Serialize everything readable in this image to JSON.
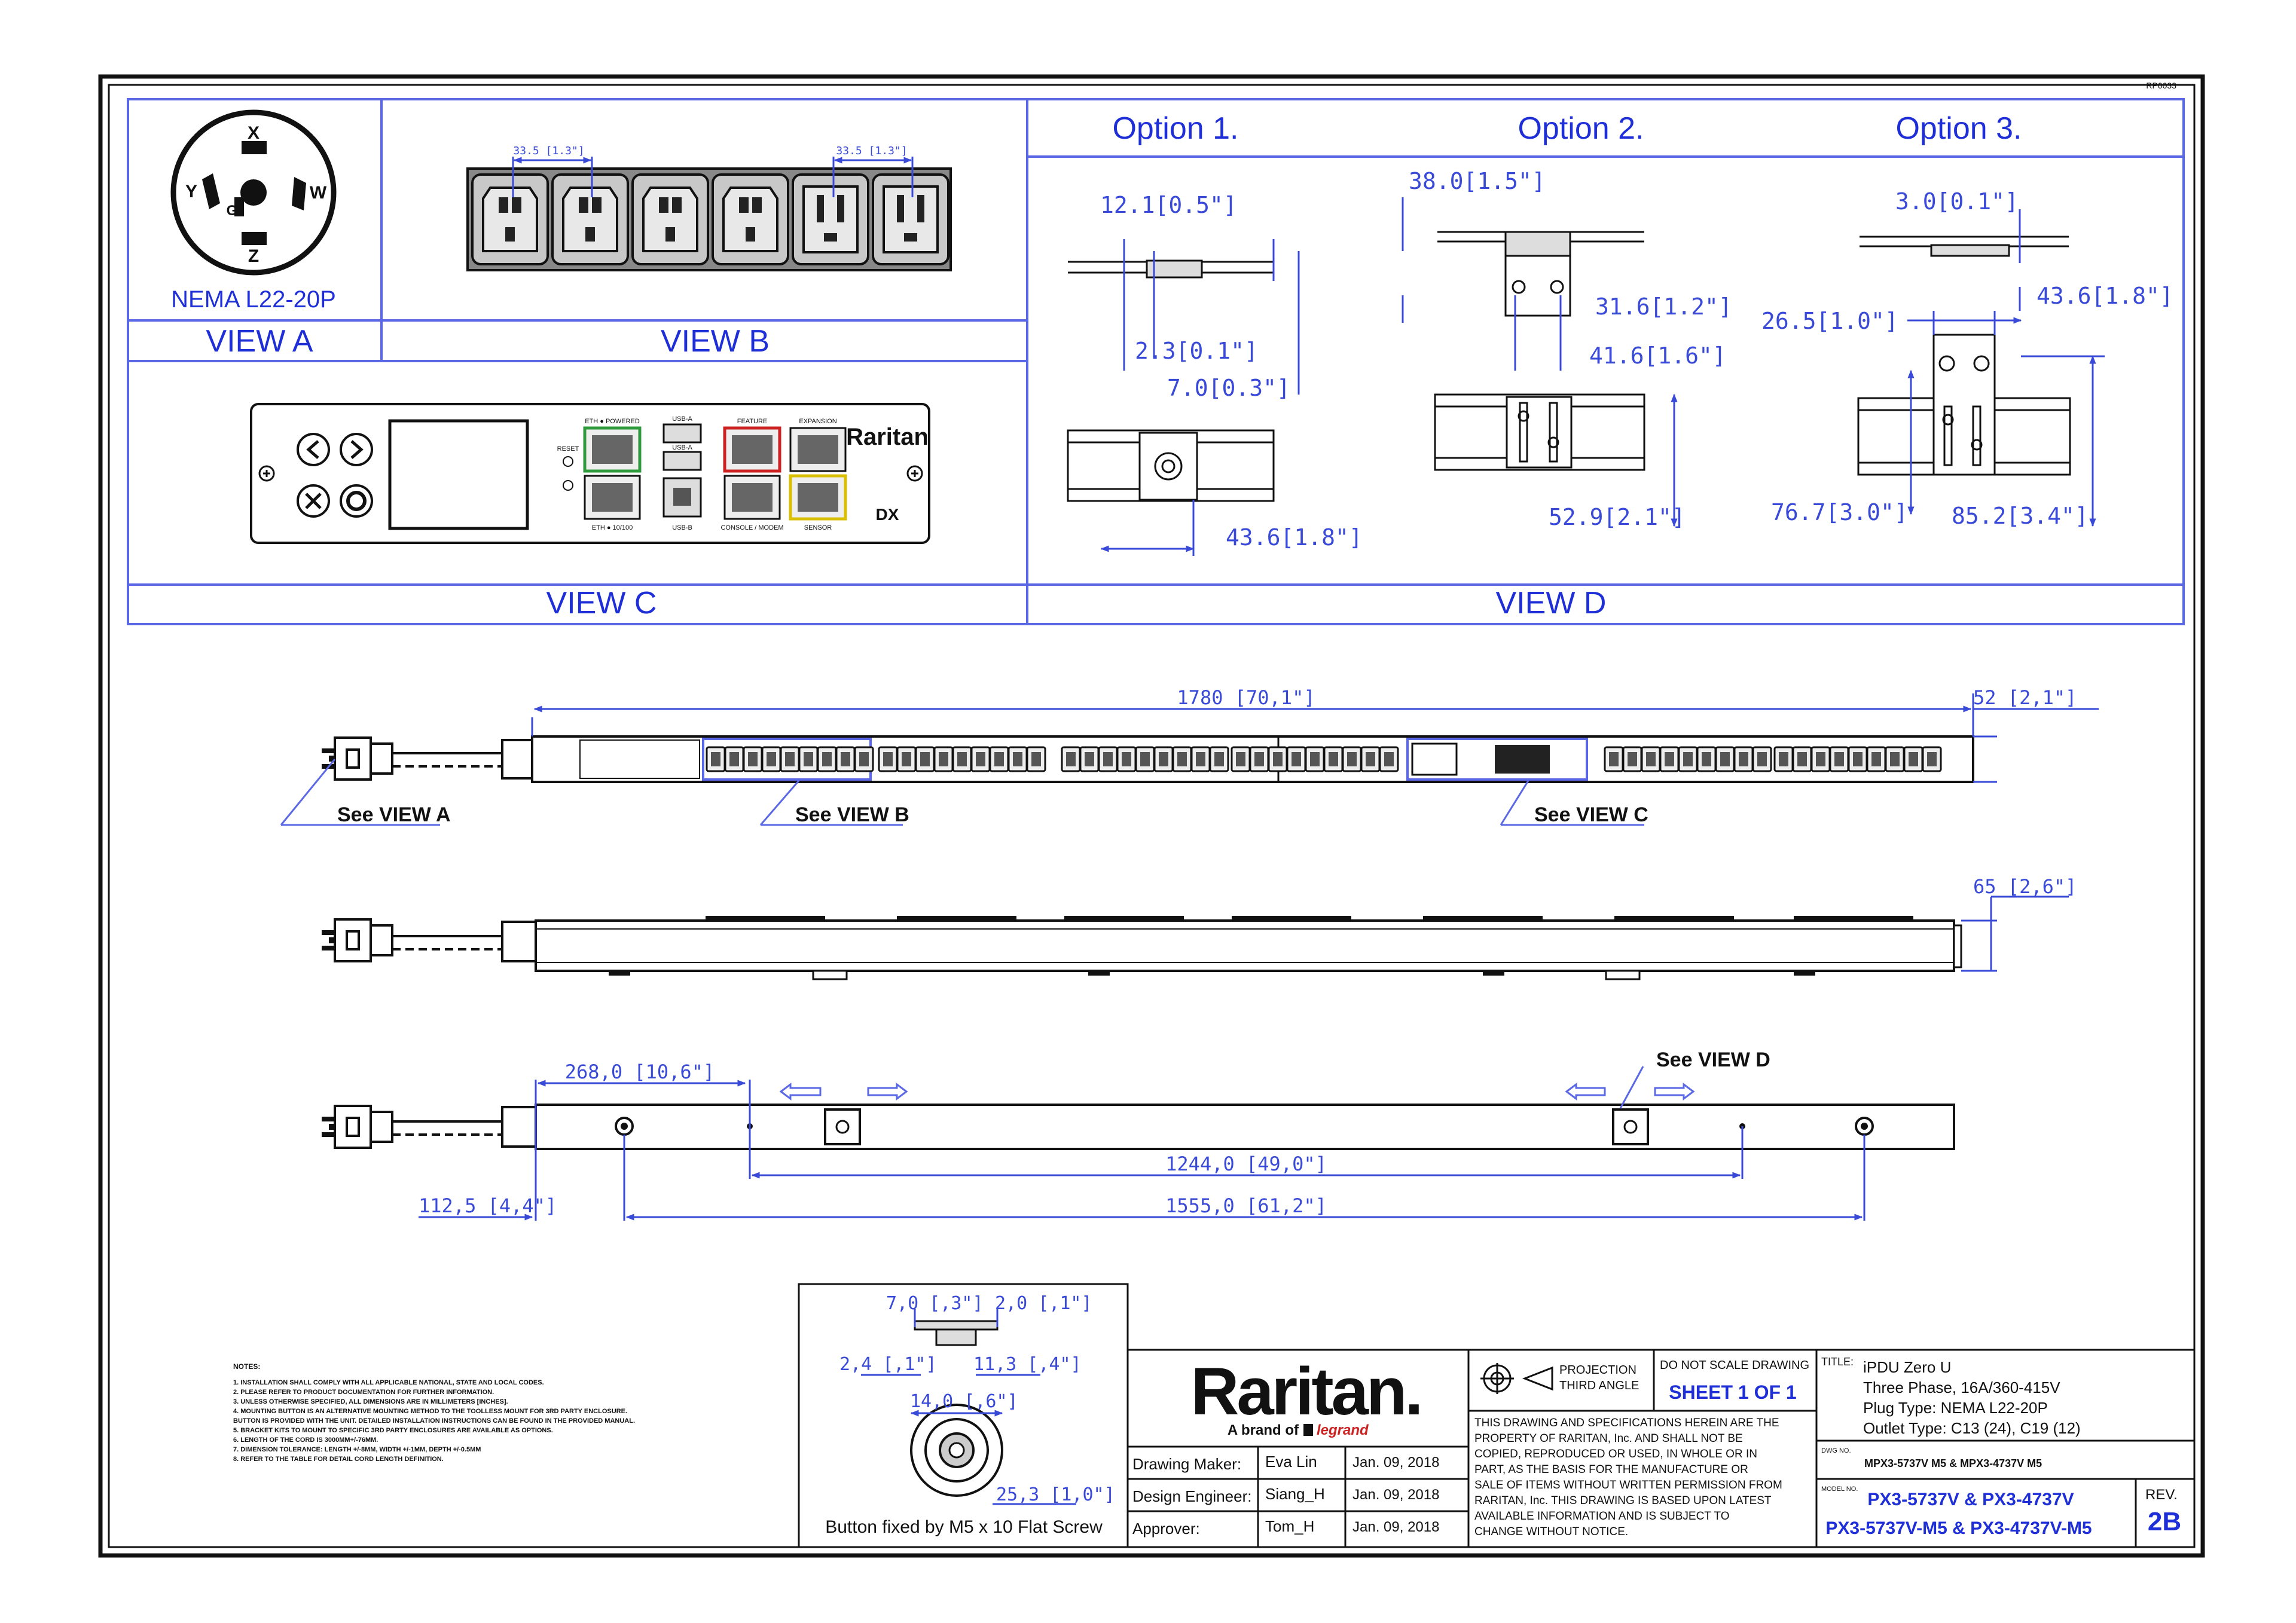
{
  "sheet_code": "RP0033",
  "top_panel": {
    "view_a": {
      "label": "VIEW A",
      "plug_name": "NEMA L22-20P",
      "pins": {
        "x": "X",
        "y": "Y",
        "z": "Z",
        "w": "W",
        "g": "G"
      }
    },
    "view_b": {
      "label": "VIEW B",
      "dim_left": "33.5 [1.3\"]",
      "dim_right": "33.5 [1.3\"]"
    },
    "view_c": {
      "label": "VIEW C",
      "port_labels": {
        "eth_top": "ETH ● POWERED",
        "usb_a": "USB-A",
        "usb_a2": "USB-A",
        "feature": "FEATURE",
        "expansion": "EXPANSION",
        "reset": "RESET",
        "eth_bottom": "ETH ● 10/100",
        "usb_b": "USB-B",
        "console": "CONSOLE / MODEM",
        "sensor": "SENSOR"
      },
      "brand": "Raritan",
      "model_tag": "DX",
      "screen_color": "#ffffff"
    },
    "view_d": {
      "label": "VIEW D",
      "options": [
        {
          "title": "Option 1.",
          "dims": [
            "12.1[0.5\"]",
            "2.3[0.1\"]",
            "7.0[0.3\"]",
            "43.6[1.8\"]"
          ]
        },
        {
          "title": "Option  2.",
          "dims": [
            "38.0[1.5\"]",
            "31.6[1.2\"]",
            "41.6[1.6\"]",
            "52.9[2.1\"]"
          ]
        },
        {
          "title": "Option 3.",
          "dims": [
            "3.0[0.1\"]",
            "43.6[1.8\"]",
            "26.5[1.0\"]",
            "76.7[3.0\"]",
            "85.2[3.4\"]"
          ]
        }
      ]
    }
  },
  "pdu_views": {
    "front": {
      "length_dim": "1780 [70,1\"]",
      "width_dim": "52 [2,1\"]",
      "callouts": {
        "a": "See VIEW A",
        "b": "See VIEW B",
        "c": "See VIEW C"
      }
    },
    "side": {
      "depth_dim": "65 [2,6\"]"
    },
    "back": {
      "dim_268": "268,0 [10,6\"]",
      "dim_1244": "1244,0 [49,0\"]",
      "dim_112": "112,5 [4,4\"]",
      "dim_1555": "1555,0 [61,2\"]",
      "callout_d": "See VIEW D"
    }
  },
  "notes": {
    "heading": "NOTES:",
    "lines": [
      "1. INSTALLATION SHALL COMPLY WITH ALL APPLICABLE NATIONAL, STATE AND LOCAL CODES.",
      "2. PLEASE REFER TO PRODUCT DOCUMENTATION FOR FURTHER INFORMATION.",
      "3. UNLESS OTHERWISE SPECIFIED, ALL DIMENSIONS ARE IN MILLIMETERS [INCHES].",
      "4. MOUNTING BUTTON IS AN ALTERNATIVE MOUNTING METHOD TO THE TOOLLESS MOUNT FOR 3RD PARTY ENCLOSURE.",
      "   BUTTON IS PROVIDED WITH THE UNIT. DETAILED INSTALLATION INSTRUCTIONS CAN BE FOUND IN THE PROVIDED MANUAL.",
      "5. BRACKET KITS TO MOUNT TO SPECIFIC 3RD PARTY ENCLOSURES ARE AVAILABLE AS OPTIONS.",
      "6. LENGTH OF THE CORD IS 3000MM+/-76MM.",
      "7. DIMENSION TOLERANCE: LENGTH +/-8MM, WIDTH +/-1MM, DEPTH +/-0.5MM",
      "8. REFER TO THE TABLE FOR DETAIL CORD LENGTH DEFINITION."
    ]
  },
  "button_detail": {
    "dims": {
      "d7": "7,0 [,3\"]",
      "d2": "2,0 [,1\"]",
      "d24": "2,4 [,1\"]",
      "d113": "11,3 [,4\"]",
      "d14": "14,0 [,6\"]",
      "d253": "25,3 [1,0\"]"
    },
    "caption": "Button fixed by M5 x 10 Flat Screw"
  },
  "title_block": {
    "logo": "Raritan.",
    "brand_line": "A brand of",
    "brand_legrand": "legrand",
    "people": [
      {
        "role": "Drawing Maker:",
        "name": "Eva Lin",
        "date": "Jan. 09, 2018"
      },
      {
        "role": "Design Engineer:",
        "name": "Siang_H",
        "date": "Jan. 09, 2018"
      },
      {
        "role": "Approver:",
        "name": "Tom_H",
        "date": "Jan. 09, 2018"
      }
    ],
    "projection_label": "PROJECTION",
    "projection_type": "THIRD ANGLE",
    "do_not_scale": "DO NOT SCALE DRAWING",
    "sheet": "SHEET 1 OF 1",
    "disclaimer": [
      "THIS DRAWING AND SPECIFICATIONS HEREIN ARE THE",
      "PROPERTY OF RARITAN, Inc. AND SHALL NOT BE",
      "COPIED, REPRODUCED OR USED, IN WHOLE OR IN",
      "PART, AS THE BASIS FOR THE MANUFACTURE OR",
      "SALE OF ITEMS WITHOUT WRITTEN PERMISSION FROM",
      "RARITAN, Inc. THIS DRAWING IS BASED UPON LATEST",
      "AVAILABLE INFORMATION AND IS SUBJECT TO",
      "CHANGE WITHOUT NOTICE."
    ],
    "title_label": "TITLE:",
    "title_lines": [
      "iPDU Zero U",
      "Three Phase, 16A/360-415V",
      "Plug Type: NEMA L22-20P",
      "Outlet Type: C13 (24), C19 (12)"
    ],
    "dwg_label": "DWG NO.",
    "dwg_no": "MPX3-5737V M5 & MPX3-4737V M5",
    "model_label": "MODEL NO.",
    "model_lines": [
      "PX3-5737V & PX3-4737V",
      "PX3-5737V-M5 & PX3-4737V-M5"
    ],
    "rev_label": "REV.",
    "rev": "2B"
  },
  "colors": {
    "frame": "#111111",
    "view_lines": "#5b68e6",
    "label_blue": "#1f2fd8",
    "dim_blue": "#3a4ad8",
    "eth_green": "#2e9a3c",
    "feature_red": "#cc2222",
    "sensor_yellow": "#d8c000"
  }
}
